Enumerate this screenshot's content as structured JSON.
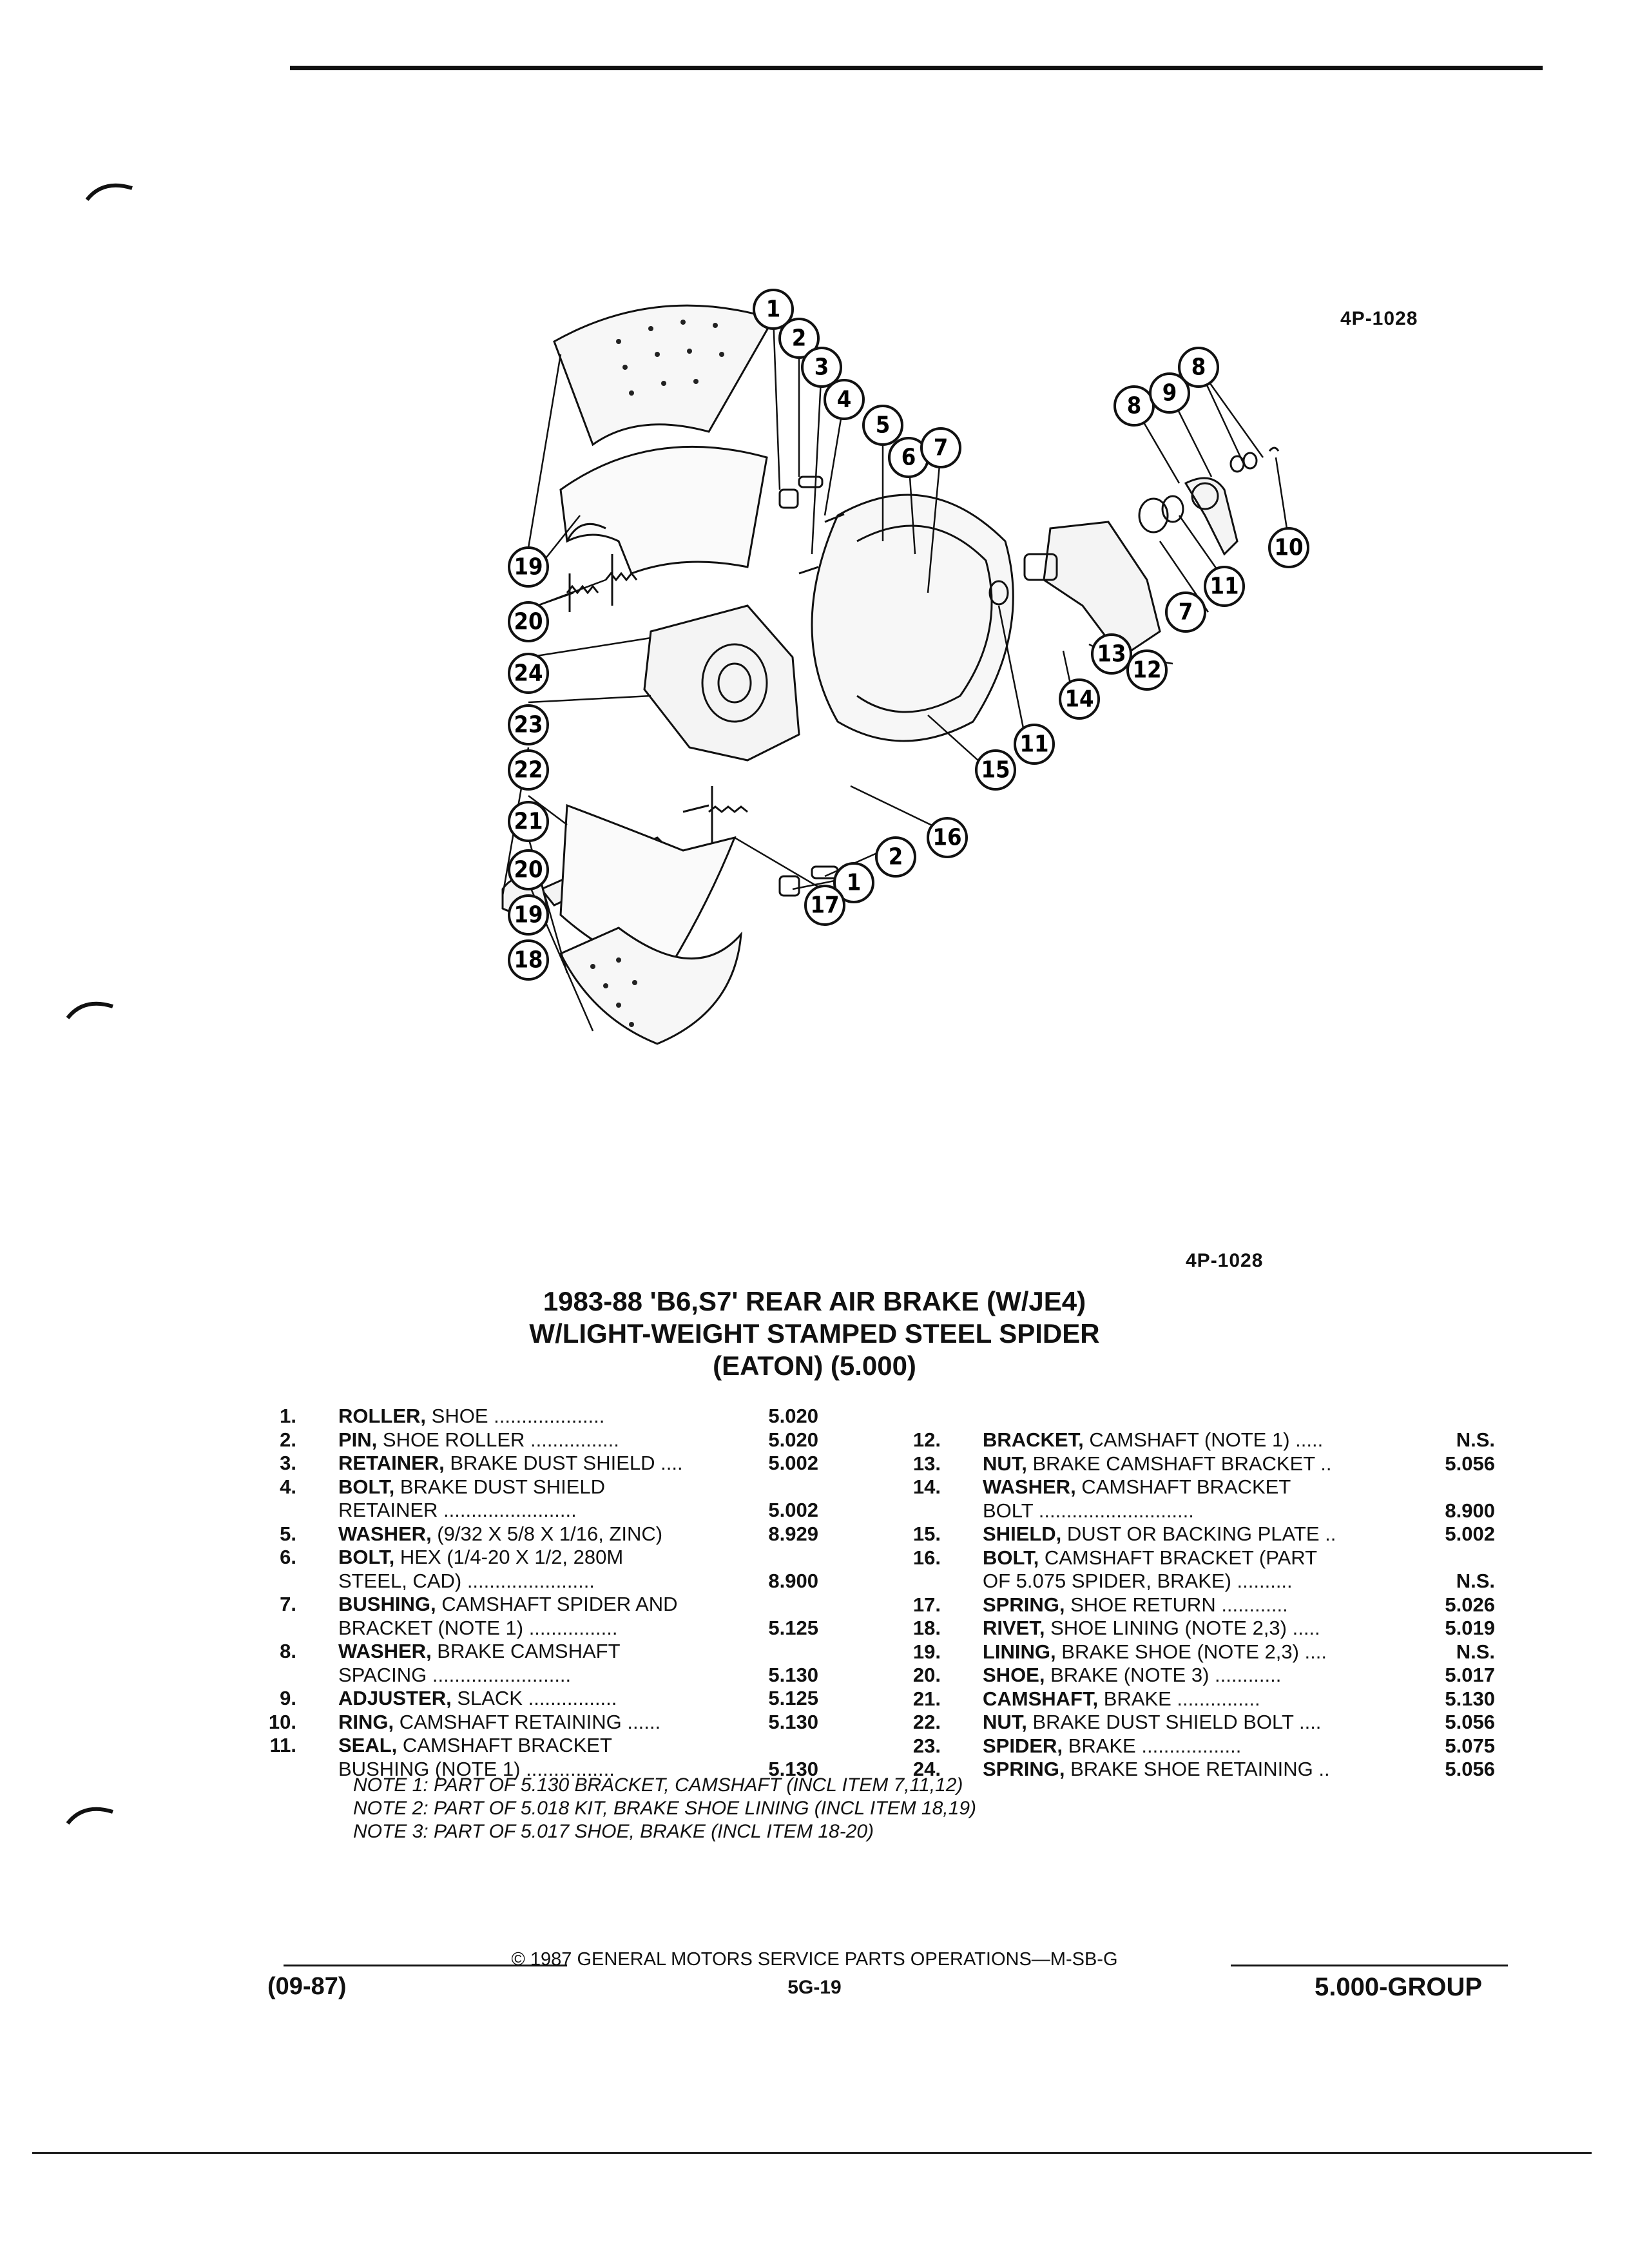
{
  "figure_id": "4P-1028",
  "figure_id_caption": "4P-1028",
  "title_lines": [
    "1983-88 'B6,S7' REAR AIR BRAKE (W/JE4)",
    "W/LIGHT-WEIGHT STAMPED STEEL SPIDER",
    "(EATON) (5.000)"
  ],
  "parts_left": [
    {
      "num": "1.",
      "lines": [
        {
          "bold": "ROLLER,",
          "text": " SHOE ....................",
          "code": "5.020"
        }
      ]
    },
    {
      "num": "2.",
      "lines": [
        {
          "bold": "PIN,",
          "text": " SHOE ROLLER ................",
          "code": "5.020"
        }
      ]
    },
    {
      "num": "3.",
      "lines": [
        {
          "bold": "RETAINER,",
          "text": " BRAKE DUST SHIELD ....",
          "code": "5.002"
        }
      ]
    },
    {
      "num": "4.",
      "lines": [
        {
          "bold": "BOLT,",
          "text": " BRAKE DUST SHIELD",
          "code": ""
        },
        {
          "bold": "",
          "text": "RETAINER ........................",
          "code": "5.002"
        }
      ]
    },
    {
      "num": "5.",
      "lines": [
        {
          "bold": "WASHER,",
          "text": " (9/32 X 5/8 X 1/16, ZINC)",
          "code": "8.929"
        }
      ]
    },
    {
      "num": "6.",
      "lines": [
        {
          "bold": "BOLT,",
          "text": " HEX (1/4-20 X 1/2, 280M",
          "code": ""
        },
        {
          "bold": "",
          "text": "STEEL, CAD) .......................",
          "code": "8.900"
        }
      ]
    },
    {
      "num": "7.",
      "lines": [
        {
          "bold": "BUSHING,",
          "text": " CAMSHAFT SPIDER AND",
          "code": ""
        },
        {
          "bold": "",
          "text": "BRACKET (NOTE 1) ................",
          "code": "5.125"
        }
      ]
    },
    {
      "num": "8.",
      "lines": [
        {
          "bold": "WASHER,",
          "text": " BRAKE CAMSHAFT",
          "code": ""
        },
        {
          "bold": "",
          "text": "SPACING .........................",
          "code": "5.130"
        }
      ]
    },
    {
      "num": "9.",
      "lines": [
        {
          "bold": "ADJUSTER,",
          "text": " SLACK ................",
          "code": "5.125"
        }
      ]
    },
    {
      "num": "10.",
      "lines": [
        {
          "bold": "RING,",
          "text": " CAMSHAFT RETAINING ......",
          "code": "5.130"
        }
      ]
    },
    {
      "num": "11.",
      "lines": [
        {
          "bold": "SEAL,",
          "text": " CAMSHAFT BRACKET",
          "code": ""
        },
        {
          "bold": "",
          "text": "BUSHING (NOTE 1) ................",
          "code": "5.130"
        }
      ]
    }
  ],
  "parts_right": [
    {
      "num": "12.",
      "lines": [
        {
          "bold": "BRACKET,",
          "text": " CAMSHAFT (NOTE 1) .....",
          "code": "N.S."
        }
      ]
    },
    {
      "num": "13.",
      "lines": [
        {
          "bold": "NUT,",
          "text": " BRAKE CAMSHAFT BRACKET ..",
          "code": "5.056"
        }
      ]
    },
    {
      "num": "14.",
      "lines": [
        {
          "bold": "WASHER,",
          "text": " CAMSHAFT BRACKET",
          "code": ""
        },
        {
          "bold": "",
          "text": "BOLT ............................",
          "code": "8.900"
        }
      ]
    },
    {
      "num": "15.",
      "lines": [
        {
          "bold": "SHIELD,",
          "text": " DUST OR BACKING PLATE ..",
          "code": "5.002"
        }
      ]
    },
    {
      "num": "16.",
      "lines": [
        {
          "bold": "BOLT,",
          "text": " CAMSHAFT BRACKET (PART",
          "code": ""
        },
        {
          "bold": "",
          "text": "OF 5.075 SPIDER, BRAKE) ..........",
          "code": "N.S."
        }
      ]
    },
    {
      "num": "17.",
      "lines": [
        {
          "bold": "SPRING,",
          "text": " SHOE RETURN ............",
          "code": "5.026"
        }
      ]
    },
    {
      "num": "18.",
      "lines": [
        {
          "bold": "RIVET,",
          "text": " SHOE LINING (NOTE 2,3) .....",
          "code": "5.019"
        }
      ]
    },
    {
      "num": "19.",
      "lines": [
        {
          "bold": "LINING,",
          "text": " BRAKE SHOE (NOTE 2,3) ....",
          "code": "N.S."
        }
      ]
    },
    {
      "num": "20.",
      "lines": [
        {
          "bold": "SHOE,",
          "text": " BRAKE (NOTE 3) ............",
          "code": "5.017"
        }
      ]
    },
    {
      "num": "21.",
      "lines": [
        {
          "bold": "CAMSHAFT,",
          "text": " BRAKE ...............",
          "code": "5.130"
        }
      ]
    },
    {
      "num": "22.",
      "lines": [
        {
          "bold": "NUT,",
          "text": " BRAKE DUST SHIELD BOLT ....",
          "code": "5.056"
        }
      ]
    },
    {
      "num": "23.",
      "lines": [
        {
          "bold": "SPIDER,",
          "text": " BRAKE ..................",
          "code": "5.075"
        }
      ]
    },
    {
      "num": "24.",
      "lines": [
        {
          "bold": "SPRING,",
          "text": " BRAKE SHOE RETAINING ..",
          "code": "5.056"
        }
      ]
    }
  ],
  "notes": [
    "NOTE 1: PART OF 5.130 BRACKET, CAMSHAFT (INCL ITEM 7,11,12)",
    "NOTE 2: PART OF 5.018 KIT, BRAKE SHOE LINING (INCL ITEM 18,19)",
    "NOTE 3: PART OF 5.017 SHOE, BRAKE (INCL ITEM 18-20)"
  ],
  "footer": {
    "copyright": "© 1987 GENERAL MOTORS SERVICE PARTS OPERATIONS—M-SB-G",
    "date": "(09-87)",
    "page": "5G-19",
    "group": "5.000-GROUP"
  },
  "callouts": [
    "1",
    "2",
    "3",
    "4",
    "5",
    "6",
    "7",
    "8",
    "9",
    "8",
    "19",
    "20",
    "24",
    "23",
    "22",
    "21",
    "20",
    "19",
    "18",
    "10",
    "11",
    "7",
    "12",
    "13",
    "14",
    "11",
    "15",
    "16",
    "2",
    "1",
    "17"
  ]
}
